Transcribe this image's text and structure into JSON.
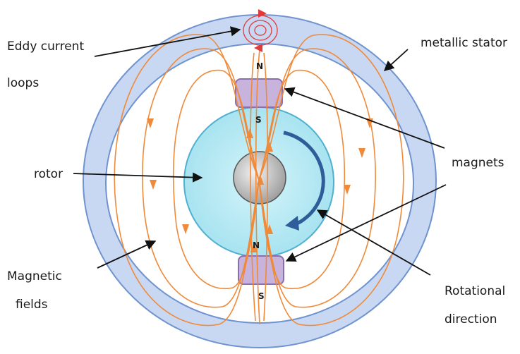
{
  "labels": {
    "eddy_line1": "Eddy current",
    "eddy_line2": "loops",
    "stator": "metallic stator",
    "rotor": "rotor",
    "magnets": "magnets",
    "magnetic_line1": "Magnetic",
    "magnetic_line2": "fields",
    "rotational_line1": "Rotational",
    "rotational_line2": "direction"
  },
  "poles": {
    "top_outer": "N",
    "top_inner": "S",
    "bottom_inner": "N",
    "bottom_outer": "S"
  },
  "colors": {
    "stator_fill": "#c9d8f2",
    "stator_edge": "#6f93cf",
    "rotor_fill": "#a8e6f2",
    "rotor_edge": "#4fb0cf",
    "shaft_fill": "#bdbdbd",
    "magnet_fill": "#c7b3dc",
    "magnet_edge": "#8a6fb0",
    "field_line": "#ef8a3a",
    "eddy_loop": "#e23a3a",
    "rotation_arrow": "#2f5d9a"
  }
}
